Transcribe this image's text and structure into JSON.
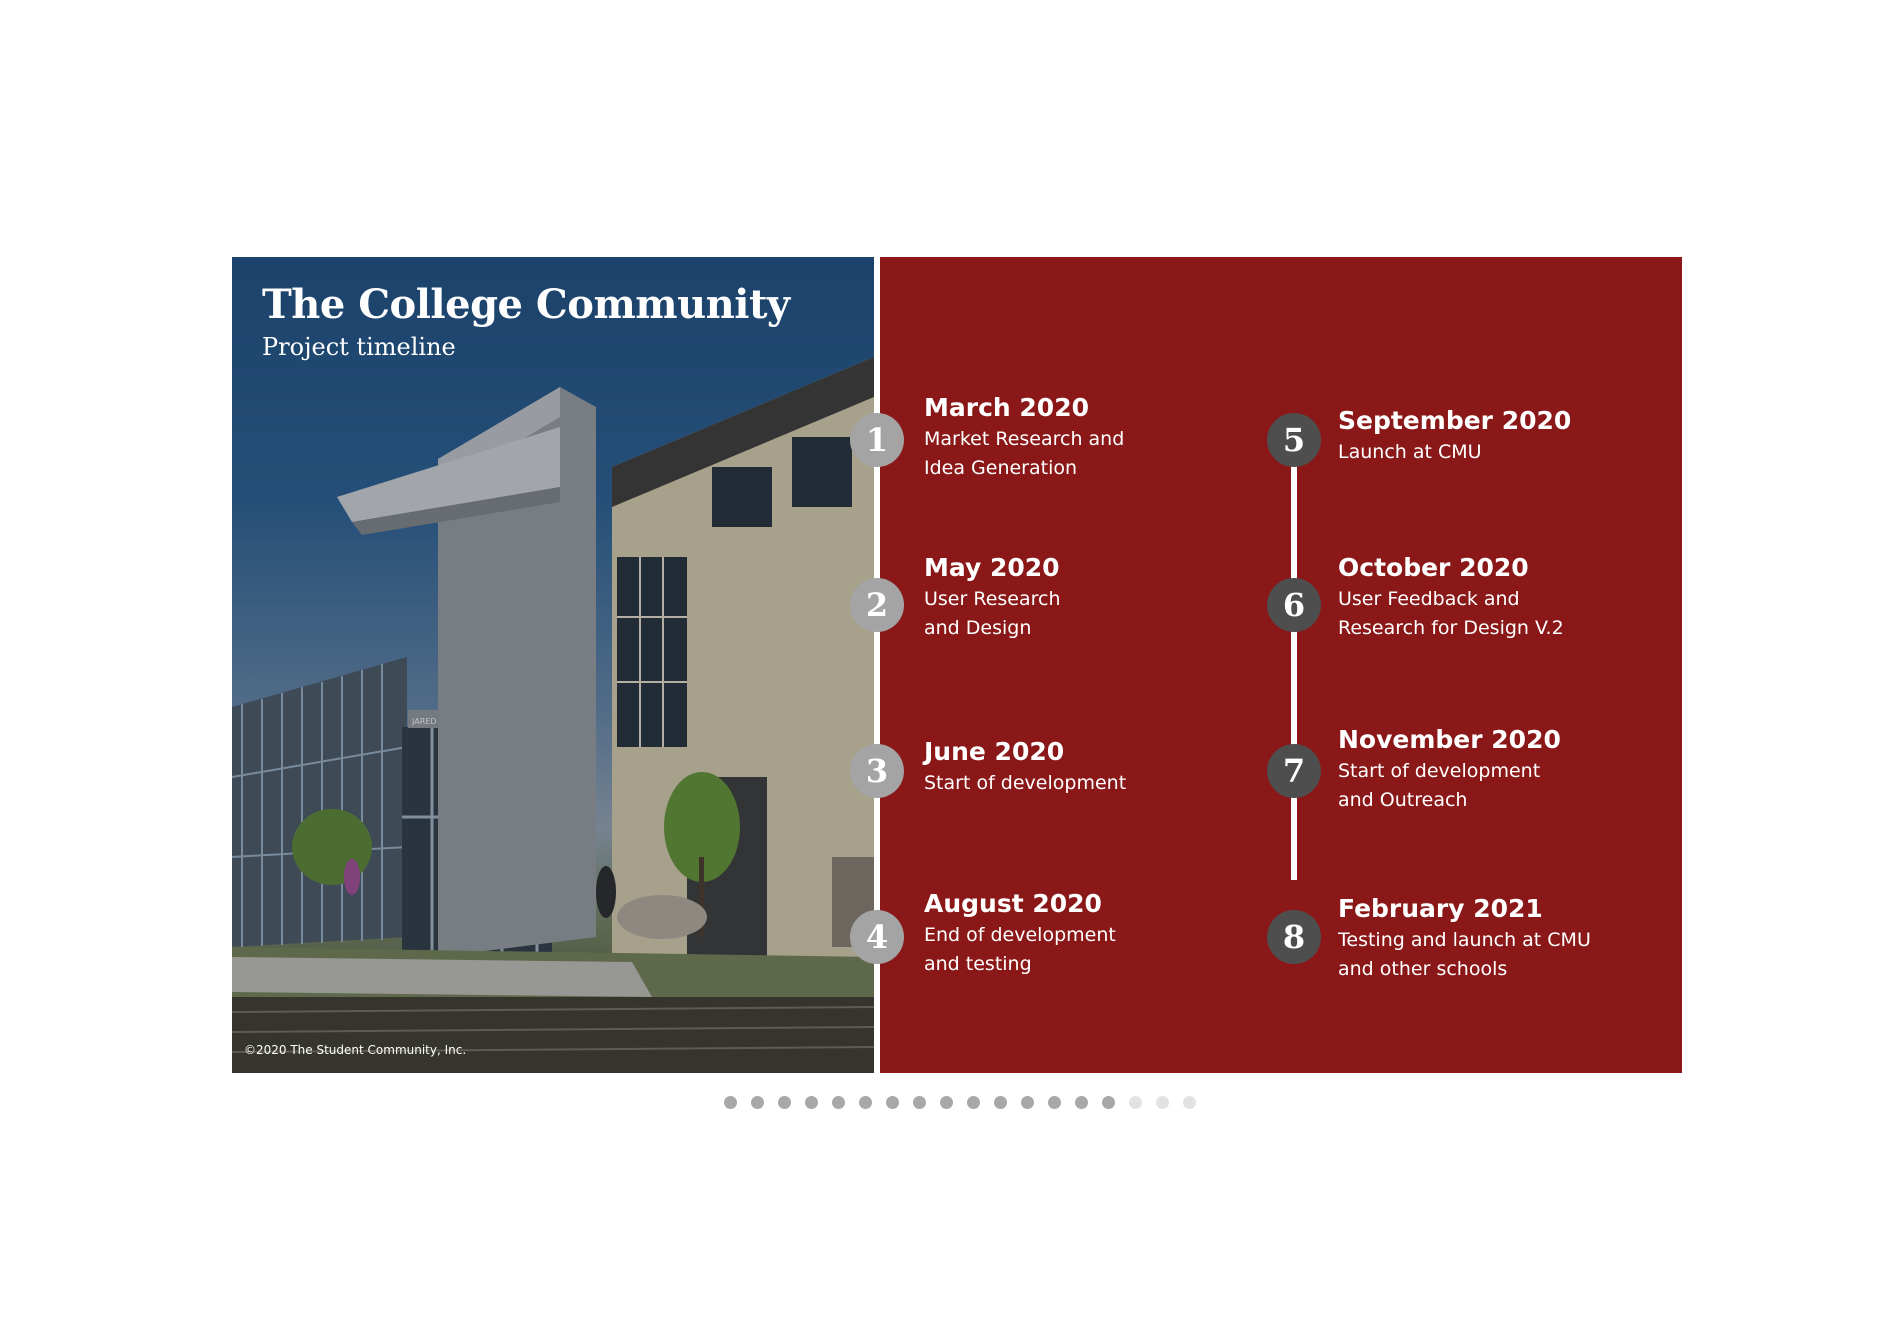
{
  "slide": {
    "title": "The College Community",
    "subtitle": "Project timeline",
    "copyright": "©2020 The Student Community, Inc.",
    "building_sign": "JARED L. COHON UNIVERSITY CENT",
    "colors": {
      "panel": "#8b1818",
      "marker_light": "#a4a4a4",
      "marker_dark": "#4e4e4e"
    }
  },
  "timeline": [
    {
      "number": "1",
      "date": "March 2020",
      "description": "Market Research and\nIdea Generation"
    },
    {
      "number": "2",
      "date": "May 2020",
      "description": "User Research\nand Design"
    },
    {
      "number": "3",
      "date": "June 2020",
      "description": "Start of development"
    },
    {
      "number": "4",
      "date": "August 2020",
      "description": "End of development\nand testing"
    },
    {
      "number": "5",
      "date": "September 2020",
      "description": "Launch at CMU"
    },
    {
      "number": "6",
      "date": "October 2020",
      "description": "User Feedback and\nResearch for Design V.2"
    },
    {
      "number": "7",
      "date": "November 2020",
      "description": "Start of development\nand Outreach"
    },
    {
      "number": "8",
      "date": "February 2021",
      "description": "Testing and launch at CMU\nand other schools"
    }
  ],
  "pagination": {
    "total": 18,
    "current": 15
  }
}
